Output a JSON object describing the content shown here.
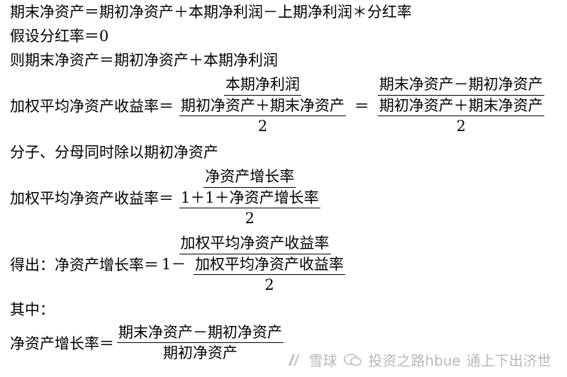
{
  "lines": {
    "l1": "期末净资产＝期初净资产＋本期净利润－上期净利润＊分红率",
    "l2": "假设分红率＝0",
    "l3": "则期末净资产＝期初净资产＋本期净利润",
    "l4_prefix": "加权平均净资产收益率＝",
    "l4_f1_num": "本期净利润",
    "l4_f1_den_num": "期初净资产＋期末净资产",
    "l4_f1_den_den": "2",
    "l4_eq": "＝",
    "l4_f2_num": "期末净资产－期初净资产",
    "l4_f2_den_num": "期初净资产＋期末净资产",
    "l4_f2_den_den": "2",
    "l5": "分子、分母同时除以期初净资产",
    "l6_prefix": "加权平均净资产收益率＝",
    "l6_num": "净资产增长率",
    "l6_den_num": "1＋1＋净资产增长率",
    "l6_den_den": "2",
    "l7_prefix": "得出：净资产增长率＝",
    "l7_num": "加权平均净资产收益率",
    "l7_den_prefix": "1－",
    "l7_den_num": "加权平均净资产收益率",
    "l7_den_den": "2",
    "l8": "其中：",
    "l9_prefix": "净资产增长率＝",
    "l9_num": "期末净资产－期初净资产",
    "l9_den": "期初净资产"
  },
  "watermark": {
    "site": "雪球",
    "author": "投资之路hbue",
    "author2": "通上下出济世"
  }
}
